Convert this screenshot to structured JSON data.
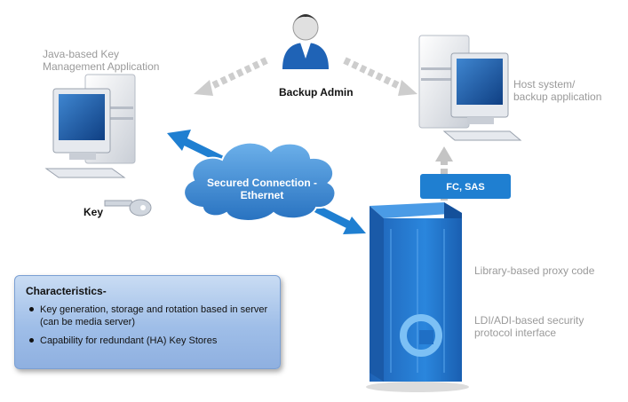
{
  "labels": {
    "kma": [
      "Java-based Key",
      "Management Application"
    ],
    "backup_admin": "Backup Admin",
    "host": [
      "Host system/",
      "backup application"
    ],
    "key": "Key",
    "cloud": [
      "Secured Connection -",
      "Ethernet"
    ],
    "fc_sas": "FC, SAS",
    "proxy": "Library-based proxy code",
    "security": [
      "LDI/ADI-based security",
      "protocol interface"
    ]
  },
  "characteristics": {
    "title": "Characteristics-",
    "items": [
      "Key generation, storage and rotation based in server (can be media server)",
      "Capability for redundant (HA) Key Stores"
    ]
  },
  "colors": {
    "accent_blue": "#1f7fd1",
    "box_blue": "#9fbee8",
    "grey_arrow": "#c8c8c8"
  },
  "icons": [
    "user-icon",
    "computer-icon",
    "key-icon",
    "server-icon",
    "cloud-icon"
  ]
}
